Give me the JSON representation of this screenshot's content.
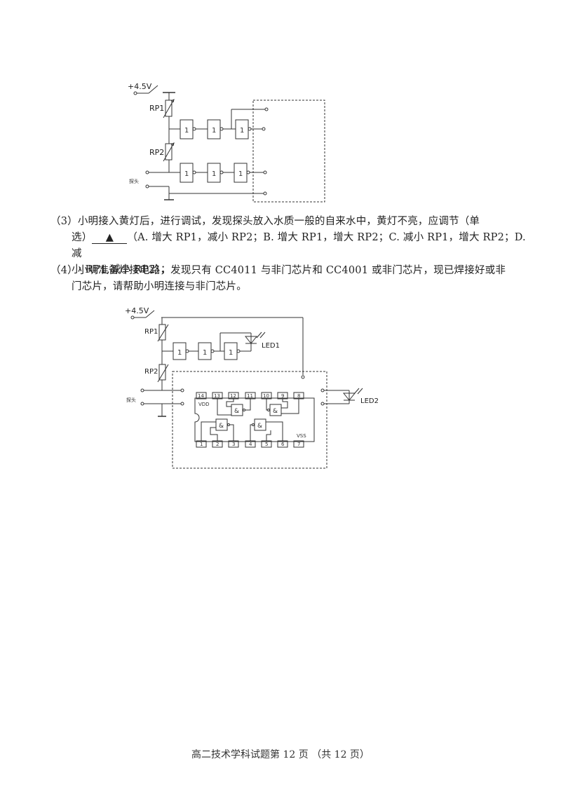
{
  "circuit1": {
    "supply_label": "+4.5V",
    "rp1_label": "RP1",
    "rp2_label": "RP2",
    "probe_label": "探头",
    "gate_symbol": "1"
  },
  "question3": {
    "line1": "（3）小明接入黄灯后，进行调试，发现探头放入水质一般的自来水中，黄灯不亮，应调节（单",
    "line2_prefix": "选）",
    "answer_blank": "▲",
    "line2_suffix": "（A. 增大 RP1，减小 RP2；B. 增大 RP1，增大 RP2；C. 减小 RP1，增大 RP2；D. 减",
    "line3": "小 RP1,减小 RP2）；"
  },
  "question4": {
    "line1": "（4）小明准备焊接电路，发现只有 CC4011 与非门芯片和 CC4001 或非门芯片，现已焊接好或非",
    "line2": "门芯片，请帮助小明连接与非门芯片。"
  },
  "circuit2": {
    "supply_label": "+4.5V",
    "rp1_label": "RP1",
    "rp2_label": "RP2",
    "probe_label": "探头",
    "led1_label": "LED1",
    "led2_label": "LED2",
    "gate_symbol": "1",
    "nand_symbol": "&",
    "vdd_label": "VDD",
    "vss_label": "VSS",
    "top_pins": [
      "14",
      "13",
      "12",
      "11",
      "10",
      "9",
      "8"
    ],
    "bottom_pins": [
      "1",
      "2",
      "3",
      "4",
      "5",
      "6",
      "7"
    ]
  },
  "footer": {
    "text": "高二技术学科试题第 12 页 （共 12 页）"
  }
}
